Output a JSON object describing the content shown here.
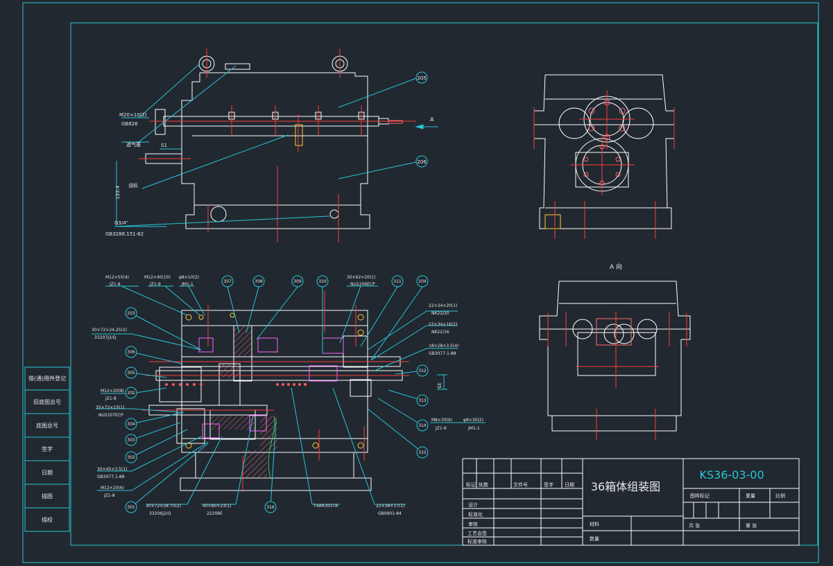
{
  "drawing": {
    "title_cn": "36箱体组装图",
    "drawing_no": "KS36-03-00",
    "view_a_label": "A 向",
    "arrow_a": "A"
  },
  "title_block": {
    "rev_headers": [
      "标记",
      "处数",
      "文件号",
      "签字",
      "日期"
    ],
    "roles": [
      "设计",
      "标准化",
      "审核",
      "工艺会签",
      "标准审核"
    ],
    "fields": {
      "stage": "图样标记",
      "weight": "重量",
      "scale": "比例",
      "sheets": "共 张",
      "sheet": "第 张",
      "material": "材料",
      "quantity": "数量"
    }
  },
  "left_strip": [
    "借(通)用件登记",
    "旧底图总号",
    "底图总号",
    "签字",
    "日期",
    "描图",
    "描校"
  ],
  "balloons": {
    "top_view": [
      "205",
      "206"
    ],
    "section_top": [
      "307",
      "308",
      "309",
      "310",
      "311",
      "204"
    ],
    "section_left": [
      "203",
      "306",
      "305",
      "202",
      "304",
      "303",
      "302",
      "301"
    ],
    "section_right": [
      "312",
      "313",
      "314",
      "315",
      "316"
    ]
  },
  "top_view_labels": [
    "M20×10(2)",
    "GB826",
    "透气塞",
    "S1",
    "油标",
    "G3/4\"",
    "GB3288.151-82"
  ],
  "section_labels": [
    "M12×55(4)",
    "JZ1-8",
    "M12×40(10)",
    "JZ1-9",
    "φ8×10(2)",
    "JM1-1",
    "30×62×20(1)",
    "NU2206ECP",
    "22×34×20(1)",
    "NK22/20",
    "22×34×16(2)",
    "NK22/16",
    "18×28×3.5(4)",
    "GB3077.1-88",
    "30×72×24.25(2)",
    "33207J2/Q",
    "M12×20(8)",
    "JZ1-8",
    "35×72×23(1)",
    "NU2207ECP",
    "30×45×3.5(1)",
    "GB3077.1-88",
    "M12×20(6)",
    "JZ1-8",
    "M8×30(6)",
    "JZ1-9",
    "φ8×30(2)",
    "JM1-1",
    "30×72×28.75(2)",
    "33206J2/Q",
    "40×80×23(1)",
    "22208E",
    "T4AR3037A",
    "22×38×17(1)",
    "GB9901-84"
  ],
  "dims": [
    "51",
    "133.4",
    "35"
  ]
}
